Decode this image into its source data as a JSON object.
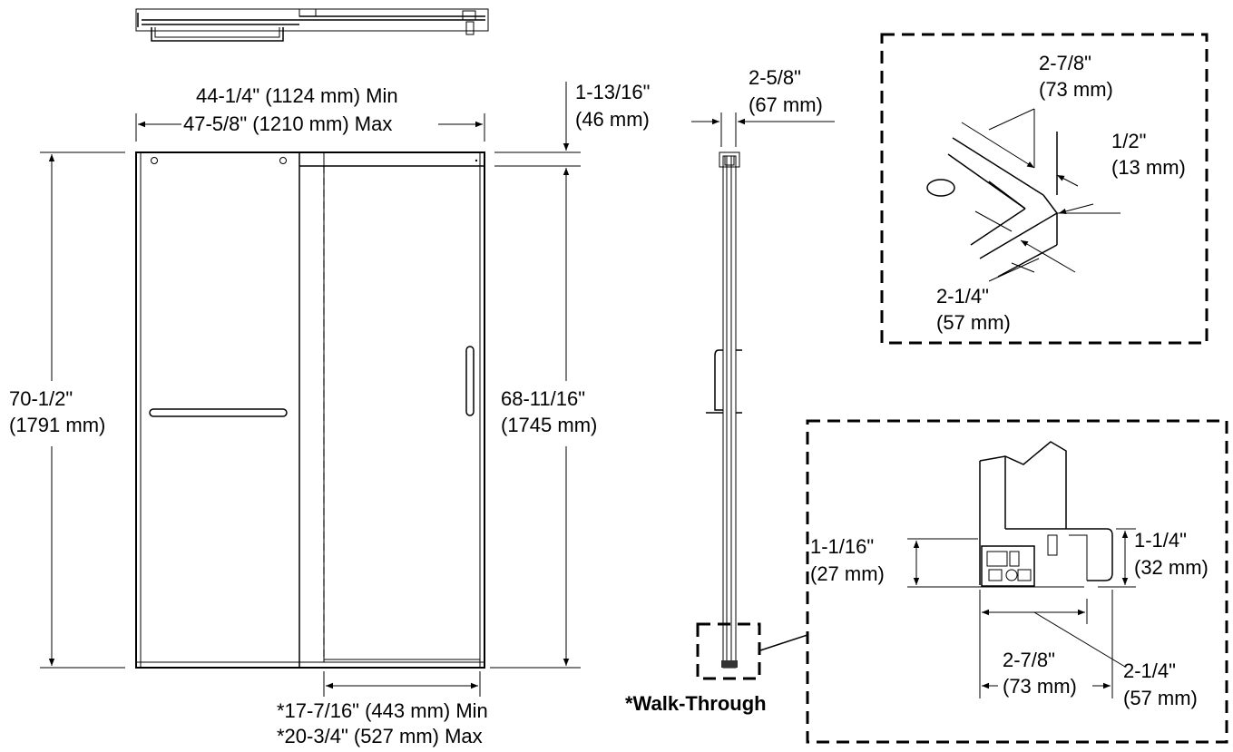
{
  "front_view": {
    "width_min": "44-1/4\" (1124 mm) Min",
    "width_max": "47-5/8\" (1210 mm) Max",
    "height_total_in": "70-1/2\"",
    "height_total_mm": "(1791 mm)",
    "door_height_in": "68-11/16\"",
    "door_height_mm": "(1745 mm)",
    "top_gap_in": "1-13/16\"",
    "top_gap_mm": "(46 mm)",
    "opening_min": "*17-7/16\" (443 mm) Min",
    "opening_max": "*20-3/4\" (527 mm) Max"
  },
  "side_view": {
    "depth_in": "2-5/8\"",
    "depth_mm": "(67 mm)",
    "walk_through_label": "*Walk-Through"
  },
  "top_detail": {
    "dim_a_in": "2-7/8\"",
    "dim_a_mm": "(73 mm)",
    "dim_b_in": "1/2\"",
    "dim_b_mm": "(13 mm)",
    "dim_c_in": "2-1/4\"",
    "dim_c_mm": "(57 mm)"
  },
  "bottom_detail": {
    "height_left_in": "1-1/16\"",
    "height_left_mm": "(27 mm)",
    "height_right_in": "1-1/4\"",
    "height_right_mm": "(32 mm)",
    "width_outer_in": "2-7/8\"",
    "width_outer_mm": "(73 mm)",
    "width_inner_in": "2-1/4\"",
    "width_inner_mm": "(57 mm)"
  }
}
